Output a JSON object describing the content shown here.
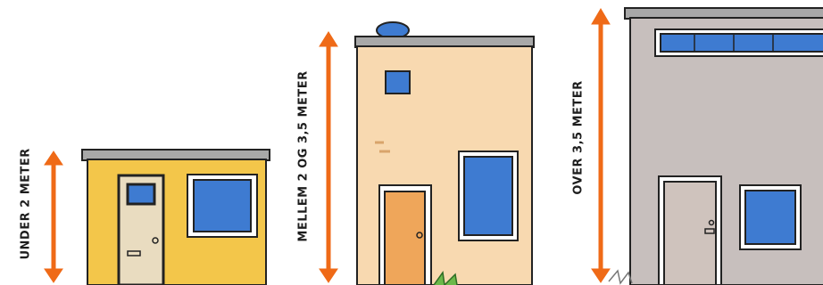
{
  "panels": [
    {
      "label": "UNDER 2 METER",
      "wall_color": "#f3c64a",
      "door_color": "#e9dcc0",
      "arrow_color": "#ef6a17"
    },
    {
      "label": "MELLEM 2 OG 3,5 METER",
      "wall_color": "#f8d9b0",
      "door_color": "#efa65a",
      "arrow_color": "#ef6a17"
    },
    {
      "label": "OVER 3,5 METER",
      "wall_color": "#c7bfbd",
      "door_color": "#cfc3bd",
      "arrow_color": "#ef6a17"
    }
  ],
  "colors": {
    "window_blue": "#3e7bd1",
    "roof": "#a8a8a8",
    "outline": "#222222"
  }
}
